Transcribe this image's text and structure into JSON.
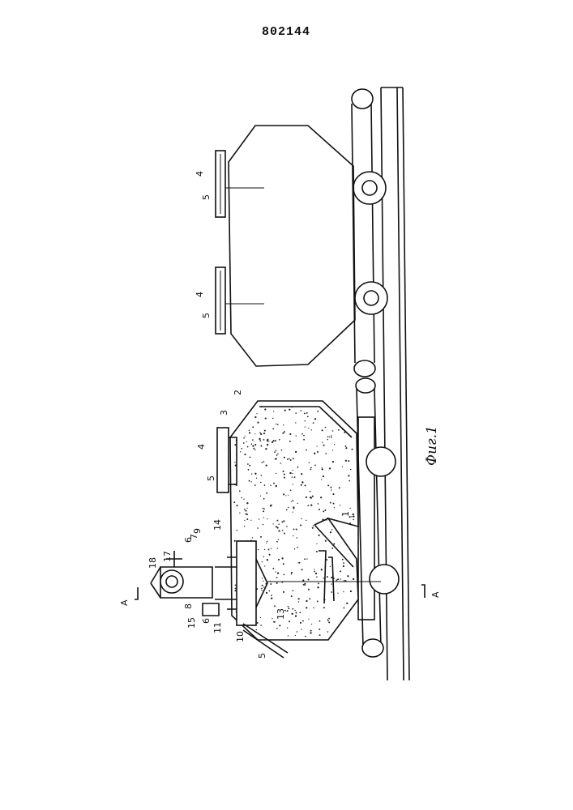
{
  "patent_number": "802144",
  "figure_caption": "Фиг.1",
  "section_marks": [
    "A",
    "A"
  ],
  "part_labels": {
    "tank_body": "2",
    "material": "3",
    "hatch_upper": "4",
    "hatch_cover": "5",
    "frame": "1",
    "items": [
      "6",
      "7",
      "8",
      "9",
      "10",
      "11",
      "13",
      "14",
      "15",
      "17",
      "18"
    ],
    "lower_hatch_cover": "5",
    "lower_inner_6": "6"
  }
}
